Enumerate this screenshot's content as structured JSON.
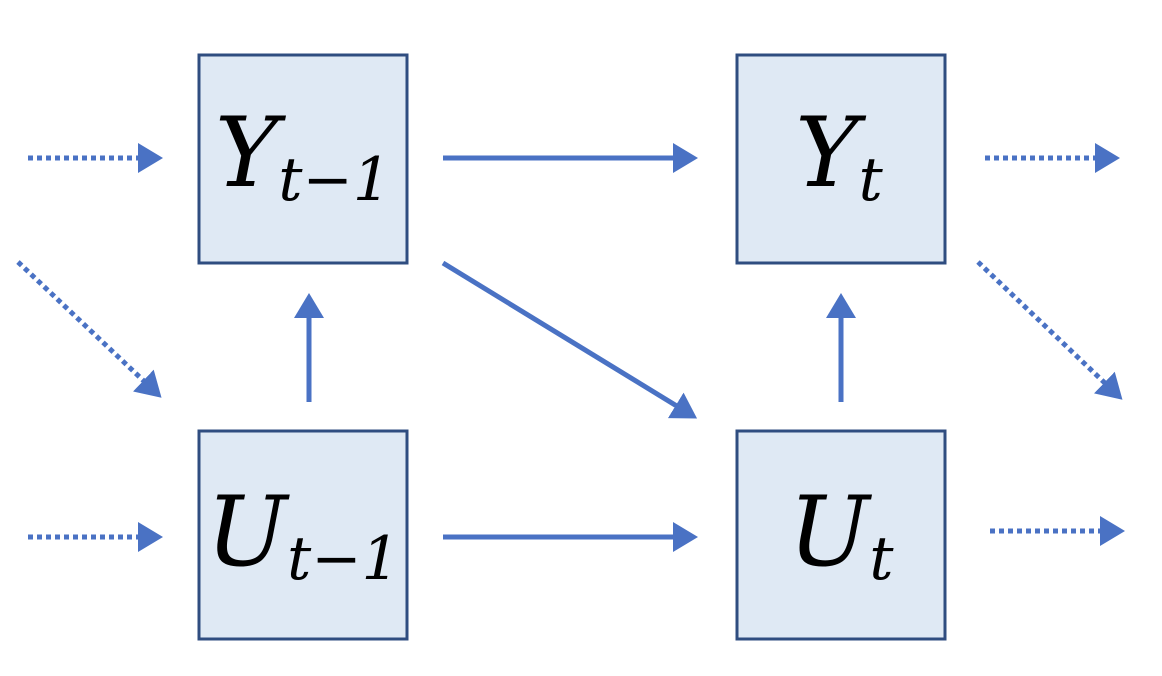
{
  "colors": {
    "node_fill": "#dfe9f4",
    "node_border": "#2f4d80",
    "edge": "#4a72c4",
    "text": "#000000"
  },
  "nodes": {
    "y_prev": {
      "base": "Y",
      "sub": "t−1"
    },
    "y_curr": {
      "base": "Y",
      "sub": "t"
    },
    "u_prev": {
      "base": "U",
      "sub": "t−1"
    },
    "u_curr": {
      "base": "U",
      "sub": "t"
    }
  },
  "edges": [
    {
      "from": "y_prev",
      "to": "y_curr",
      "style": "solid"
    },
    {
      "from": "y_prev",
      "to": "u_curr",
      "style": "solid"
    },
    {
      "from": "u_prev",
      "to": "y_prev",
      "style": "solid"
    },
    {
      "from": "u_prev",
      "to": "u_curr",
      "style": "solid"
    },
    {
      "from": "u_curr",
      "to": "y_curr",
      "style": "solid"
    },
    {
      "from": "incoming",
      "to": "y_prev",
      "style": "dotted"
    },
    {
      "from": "incoming",
      "to": "u_prev",
      "style": "dotted"
    },
    {
      "from": "incoming",
      "to": "u_prev",
      "style": "dotted"
    },
    {
      "from": "y_curr",
      "to": "outgoing",
      "style": "dotted"
    },
    {
      "from": "y_curr",
      "to": "outgoing",
      "style": "dotted"
    },
    {
      "from": "u_curr",
      "to": "outgoing",
      "style": "dotted"
    }
  ]
}
